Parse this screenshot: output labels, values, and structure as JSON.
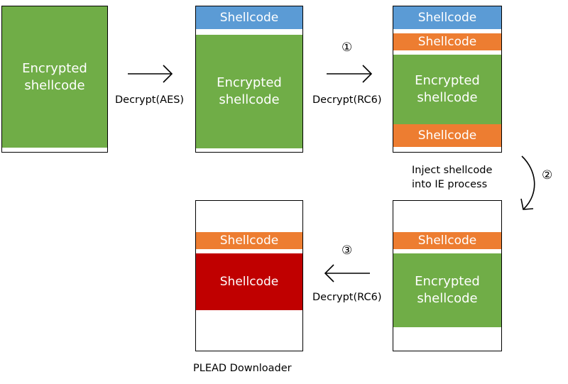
{
  "colors": {
    "encrypted": "#70ad47",
    "shellcode_blue": "#5b9bd5",
    "shellcode_orange": "#ed7d31",
    "shellcode_red": "#c00000"
  },
  "blocks": {
    "b1_encrypted": "Encrypted\nshellcode",
    "b2_shellcode": "Shellcode",
    "b2_encrypted": "Encrypted\nshellcode",
    "b3_shellcode_top": "Shellcode",
    "b3_shellcode_orange": "Shellcode",
    "b3_encrypted": "Encrypted\nshellcode",
    "b3_shellcode_bottom": "Shellcode",
    "b4_shellcode": "Shellcode",
    "b4_encrypted": "Encrypted\nshellcode",
    "b5_shellcode_orange": "Shellcode",
    "b5_shellcode_red": "Shellcode"
  },
  "labels": {
    "decrypt_aes": "Decrypt(AES)",
    "decrypt_rc6_1": "Decrypt(RC6)",
    "inject": "Inject shellcode\ninto IE process",
    "decrypt_rc6_2": "Decrypt(RC6)",
    "caption": "PLEAD Downloader"
  },
  "steps": {
    "one": "①",
    "two": "②",
    "three": "③"
  }
}
